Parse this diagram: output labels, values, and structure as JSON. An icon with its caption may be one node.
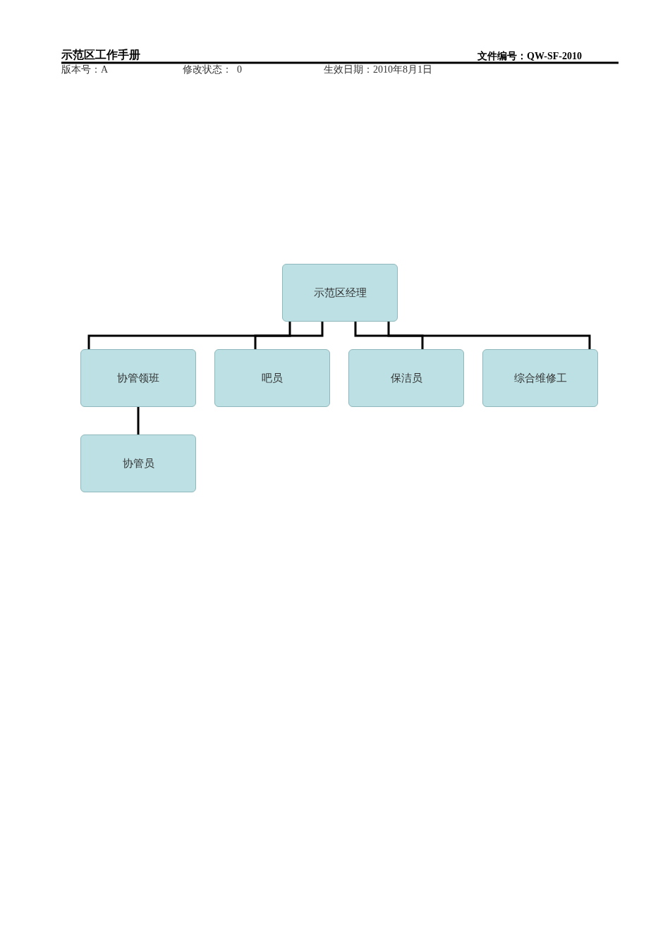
{
  "diagram": {
    "nodes": [
      {
        "text": [
          "示范区经理"
        ]
      },
      {
        "text": [
          "协管领班"
        ]
      },
      {
        "text": [
          "吧员"
        ]
      },
      {
        "text": [
          "保洁员"
        ]
      },
      {
        "text": [
          "综合维修工"
        ]
      },
      {
        "text": [
          "协管员"
        ]
      }
    ],
    "edges": [
      {
        "from": 0,
        "to": 1,
        "arrow": "none"
      },
      {
        "from": 0,
        "to": 2,
        "arrow": "none"
      },
      {
        "from": 0,
        "to": 3,
        "arrow": "none"
      },
      {
        "from": 0,
        "to": 4,
        "arrow": "none"
      },
      {
        "from": 1,
        "to": 5,
        "arrow": "none"
      }
    ],
    "labels": [
      "示范区工作手册",
      "文件编号：QW-SF-2010",
      "版本号：A",
      "修改状态：  0",
      "生效日期：2010年8月1日"
    ]
  }
}
